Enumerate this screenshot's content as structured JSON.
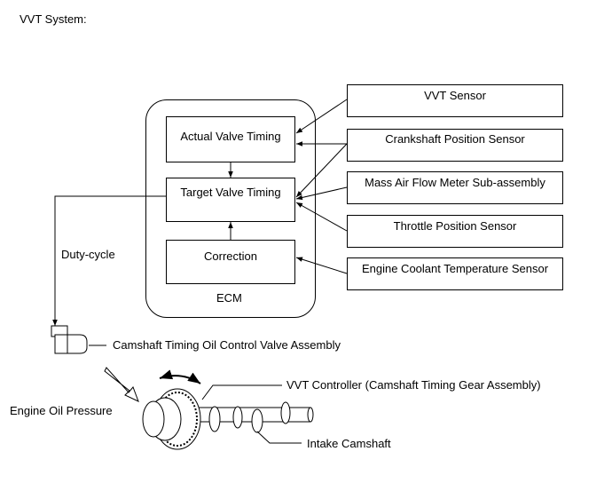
{
  "heading": "VVT System:",
  "ecm": {
    "label": "ECM",
    "blocks": {
      "actual": "Actual Valve Timing",
      "target": "Target Valve Timing",
      "correction": "Correction"
    }
  },
  "sensors": [
    "VVT Sensor",
    "Crankshaft Position Sensor",
    "Mass Air Flow Meter Sub-assembly",
    "Throttle Position Sensor",
    "Engine Coolant Temperature Sensor"
  ],
  "signal_label": "Duty-cycle",
  "components": {
    "ocv": "Camshaft Timing Oil Control Valve Assembly",
    "oil_pressure": "Engine Oil Pressure",
    "controller": "VVT Controller (Camshaft Timing Gear Assembly)",
    "camshaft": "Intake Camshaft"
  }
}
